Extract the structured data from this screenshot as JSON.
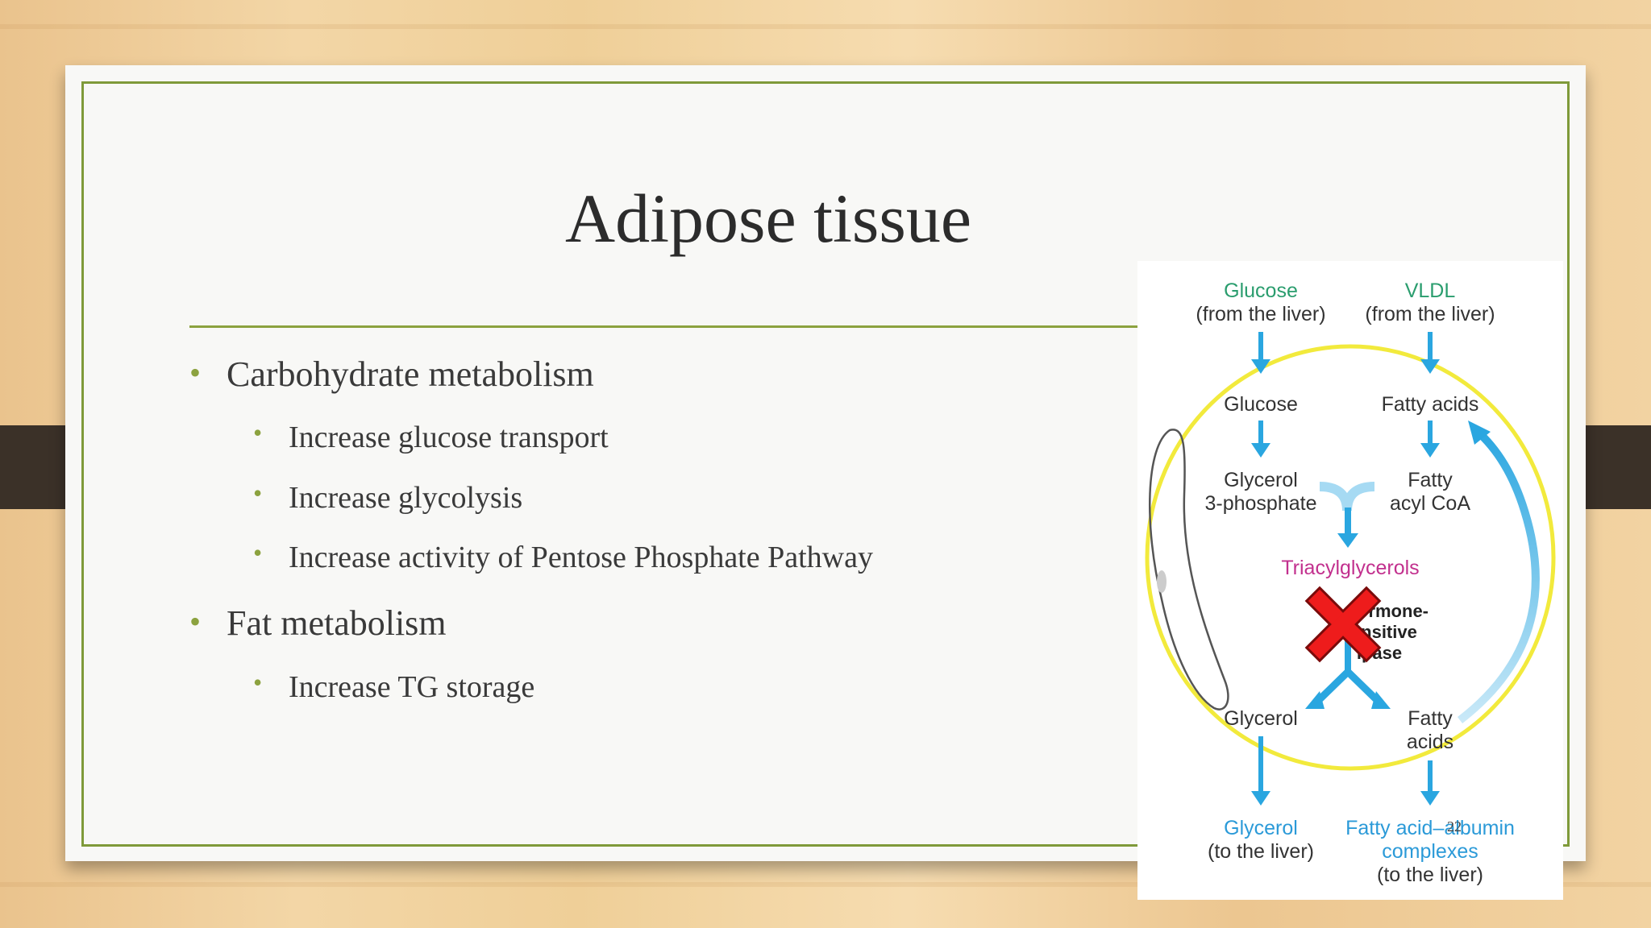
{
  "slide": {
    "title": "Adipose tissue",
    "page_number": "22",
    "bullets": [
      {
        "text": "Carbohydrate metabolism",
        "sub": [
          "Increase glucose transport",
          "Increase glycolysis",
          "Increase activity of  Pentose Phosphate Pathway"
        ]
      },
      {
        "text": "Fat metabolism",
        "sub": [
          "Increase TG storage"
        ]
      }
    ],
    "bullet_char": "•",
    "accent_color": "#8ca23f"
  },
  "diagram": {
    "top_left": {
      "name": "Glucose",
      "note": "(from the liver)"
    },
    "top_right": {
      "name": "VLDL",
      "note": "(from the liver)"
    },
    "glucose": "Glucose",
    "fatty_acids": "Fatty acids",
    "glycerol_3p": [
      "Glycerol",
      "3-phosphate"
    ],
    "fatty_acyl_coa": [
      "Fatty",
      "acyl CoA"
    ],
    "triacylglycerols": "Triacylglycerols",
    "enzyme": [
      "ormone-",
      "nsitive",
      "ipase"
    ],
    "glycerol": "Glycerol",
    "fatty_acids_bottom": [
      "Fatty",
      "acids"
    ],
    "out_left": {
      "name": "Glycerol",
      "note": "(to the liver)"
    },
    "out_right": {
      "lines": [
        "Fatty acid–albumin",
        "complexes"
      ],
      "note": "(to the liver)"
    },
    "inhibit_mark": "cross-icon",
    "colors": {
      "arrow": "#2aa6e0",
      "cell": "#f2ea3c",
      "inhibit": "#ee1c1c"
    }
  }
}
